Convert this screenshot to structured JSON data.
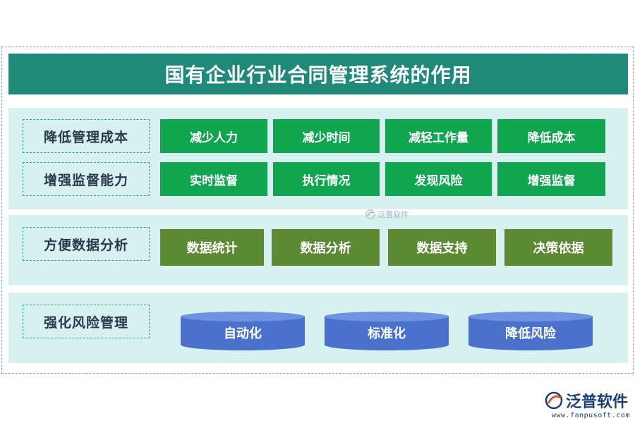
{
  "title": "国有企业行业合同管理系统的作用",
  "sections": [
    {
      "label": "降低管理成本",
      "items": [
        "减少人力",
        "减少时间",
        "减轻工作量",
        "降低成本"
      ]
    },
    {
      "label": "增强监督能力",
      "items": [
        "实时监督",
        "执行情况",
        "发现风险",
        "增强监督"
      ]
    },
    {
      "label": "方便数据分析",
      "items": [
        "数据统计",
        "数据分析",
        "数据支持",
        "决策依据"
      ]
    },
    {
      "label": "强化风险管理",
      "items": [
        "自动化",
        "标准化",
        "降低风险"
      ]
    }
  ],
  "watermark": {
    "center_text": "泛普软件",
    "brand": "泛普软件",
    "url": "www.fanpusoft.com"
  },
  "colors": {
    "title_bg": "#1f8a7a",
    "section_bg": "#d6f1ef",
    "green_box": "#10a650",
    "olive_box": "#5b8a33",
    "cylinder": "#4a72cc"
  }
}
